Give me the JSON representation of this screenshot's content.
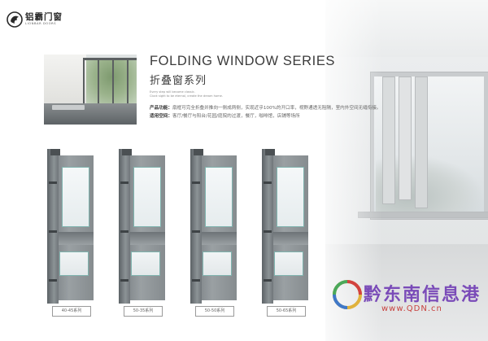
{
  "brand": {
    "name_cn": "铝霸门窗",
    "name_en": "LIONBAR DOORS"
  },
  "heading": {
    "title_en": "FOLDING WINDOW SERIES",
    "title_cn": "折叠窗系列",
    "tagline_line1": "Every step will become classic.",
    "tagline_line2": "Clock sight to be eternal, create the dream home."
  },
  "description": {
    "function_label": "产品功能：",
    "function_text": "扇框可完全折叠并推向一侧成两侧，实现近乎100%的开口率，视野通透无阻隔，室内外空间无缝衔接。",
    "usage_label": "适用空间：",
    "usage_text": "客厅/餐厅与阳台/花园/庭院的过渡，餐厅，咖啡馆，店铺等场所"
  },
  "profiles": [
    {
      "label": "40-45系列"
    },
    {
      "label": "50-35系列"
    },
    {
      "label": "50-50系列"
    },
    {
      "label": "50-65系列"
    }
  ],
  "watermark": {
    "text_cn": "黔东南信息港",
    "url": "www.QDN.cn"
  },
  "colors": {
    "accent_teal": "#7fb3ae",
    "profile_gray": "#868c8f",
    "watermark_purple": "#7a4bb8",
    "watermark_red": "#c8423f"
  }
}
